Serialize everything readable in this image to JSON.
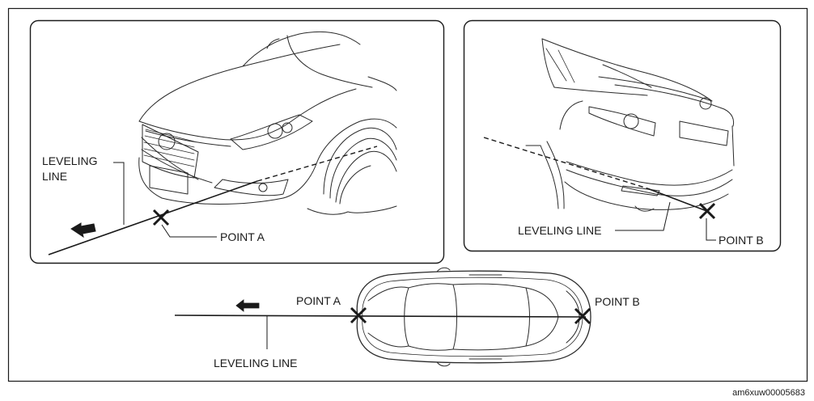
{
  "figure": {
    "front_view": {
      "leveling_line_label": [
        "LEVELING",
        "LINE"
      ],
      "point_label": "POINT A"
    },
    "rear_view": {
      "leveling_line_label": "LEVELING LINE",
      "point_label": "POINT B"
    },
    "top_view": {
      "point_a_label": "POINT A",
      "point_b_label": "POINT B",
      "leveling_line_label": "LEVELING LINE"
    },
    "figure_code": "am6xuw00005683"
  },
  "colors": {
    "ink": "#1a1a1a",
    "background": "#ffffff"
  },
  "icons": [
    "direction-arrow-icon",
    "point-a-marker-icon",
    "point-b-marker-icon"
  ]
}
